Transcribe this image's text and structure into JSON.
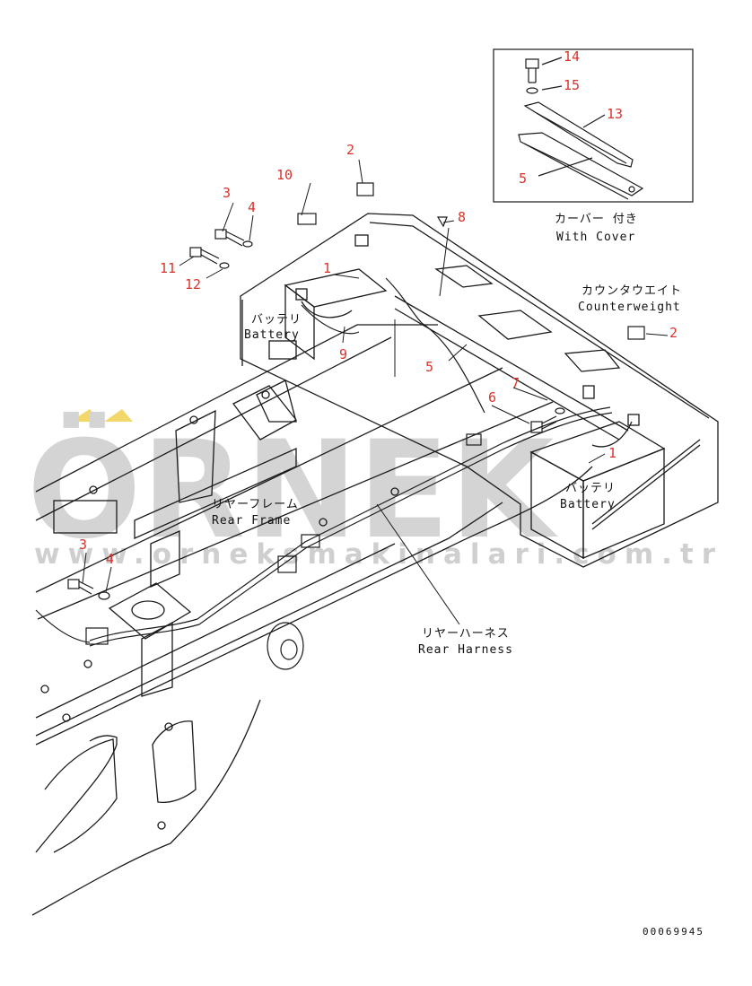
{
  "callouts": [
    {
      "id": "c14",
      "text": "14"
    },
    {
      "id": "c15",
      "text": "15"
    },
    {
      "id": "c13",
      "text": "13"
    },
    {
      "id": "c5a",
      "text": "5"
    },
    {
      "id": "c2a",
      "text": "2"
    },
    {
      "id": "c10",
      "text": "10"
    },
    {
      "id": "c3a",
      "text": "3"
    },
    {
      "id": "c4a",
      "text": "4"
    },
    {
      "id": "c8",
      "text": "8"
    },
    {
      "id": "c11",
      "text": "11"
    },
    {
      "id": "c12",
      "text": "12"
    },
    {
      "id": "c1a",
      "text": "1"
    },
    {
      "id": "c9",
      "text": "9"
    },
    {
      "id": "c5b",
      "text": "5"
    },
    {
      "id": "c2b",
      "text": "2"
    },
    {
      "id": "c7",
      "text": "7"
    },
    {
      "id": "c6",
      "text": "6"
    },
    {
      "id": "c1b",
      "text": "1"
    },
    {
      "id": "c3b",
      "text": "3"
    },
    {
      "id": "c4b",
      "text": "4"
    }
  ],
  "labels": {
    "cover_jp": "カーバー 付き",
    "cover_en": "With Cover",
    "counterweight_jp": "カウンタウエイト",
    "counterweight_en": "Counterweight",
    "battery_jp": "バッテリ",
    "battery_en": "Battery",
    "rear_frame_jp": "リヤーフレーム",
    "rear_frame_en": "Rear Frame",
    "rear_harness_jp": "リヤーハーネス",
    "rear_harness_en": "Rear Harness"
  },
  "watermark": {
    "brand": "ÖRNEK",
    "url": "www.orneksmakinalari.com.tr"
  },
  "document_number": "00069945",
  "colors": {
    "line": "#1a1a1a",
    "callout": "#d8342c",
    "watermark": "#d4d4d4",
    "watermark_accent": "#f2d76a"
  }
}
